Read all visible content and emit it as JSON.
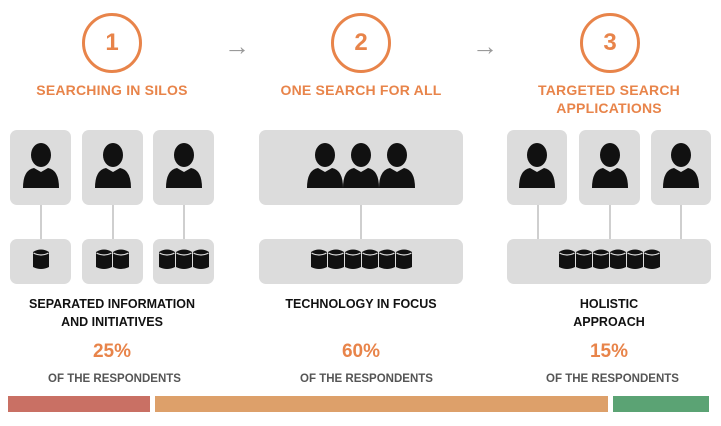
{
  "steps": [
    {
      "number": "1",
      "title": [
        "SEARCHING IN SILOS"
      ],
      "label": [
        "SEPARATED INFORMATION",
        "AND INITIATIVES"
      ],
      "percent": "25%",
      "respondents": "OF THE RESPONDENTS",
      "people_boxes": [
        1,
        1,
        1
      ],
      "db_boxes": [
        1,
        2,
        3
      ],
      "bar_color": "#C97064",
      "bar_value": 25
    },
    {
      "number": "2",
      "title": [
        "ONE SEARCH FOR ALL"
      ],
      "label": [
        "TECHNOLOGY IN FOCUS"
      ],
      "percent": "60%",
      "respondents": "OF THE RESPONDENTS",
      "people_boxes": [
        3
      ],
      "db_boxes": [
        6
      ],
      "bar_color": "#DDA06A",
      "bar_value": 60
    },
    {
      "number": "3",
      "title": [
        "TARGETED SEARCH",
        "APPLICATIONS"
      ],
      "label": [
        "HOLISTIC",
        "APPROACH"
      ],
      "percent": "15%",
      "respondents": "OF THE RESPONDENTS",
      "people_boxes": [
        1,
        1,
        1
      ],
      "db_boxes": [
        6
      ],
      "bar_color": "#5BA374",
      "bar_value": 15
    }
  ],
  "arrow_glyph": "→",
  "accent_color": "#E8844A"
}
